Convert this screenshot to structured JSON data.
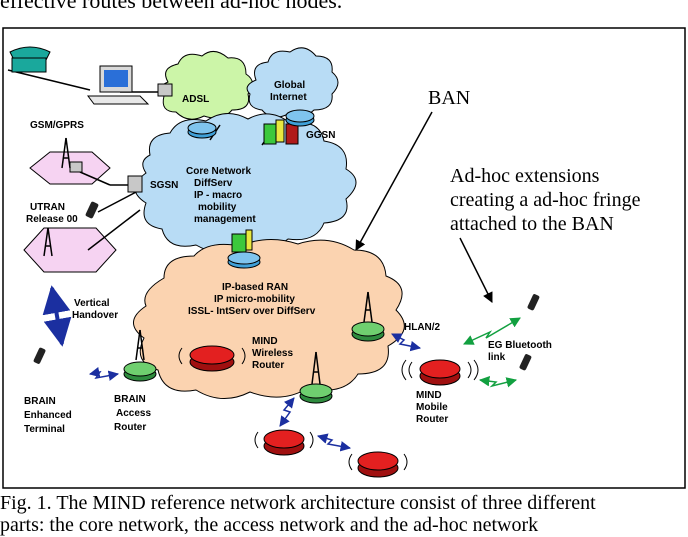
{
  "top_text": "effective routes between ad-hoc nodes.",
  "caption": "Fig. 1.  The MIND reference network architecture consist of three different",
  "caption_line2": "parts: the core network, the access network and the ad-hoc network",
  "labels": {
    "adsl": "ADSL",
    "global_internet_1": "Global",
    "global_internet_2": "Internet",
    "ggsn": "GGSN",
    "gsm_gprs": "GSM/GPRS",
    "sgsn": "SGSN",
    "core_1": "Core Network",
    "core_2": "DiffServ",
    "core_3": "IP - macro",
    "core_4": "mobility",
    "core_5": "management",
    "utran_1": "UTRAN",
    "utran_2": "Release 00",
    "ban": "BAN",
    "adhoc_1": "Ad-hoc extensions",
    "adhoc_2": "creating a ad-hoc fringe",
    "adhoc_3": "attached to the BAN",
    "vertical_1": "Vertical",
    "vertical_2": "Handover",
    "ipran_1": "IP-based RAN",
    "ipran_2": "IP micro-mobility",
    "ipran_3": "ISSL- IntServ over DiffServ",
    "mind_wr_1": "MIND",
    "mind_wr_2": "Wireless",
    "mind_wr_3": "Router",
    "hlan": "HLAN/2",
    "eg_bt_1": "EG Bluetooth",
    "eg_bt_2": "link",
    "brain_term_1": "BRAIN",
    "brain_term_2": "Enhanced",
    "brain_term_3": "Terminal",
    "brain_ar_1": "BRAIN",
    "brain_ar_2": "Access",
    "brain_ar_3": "Router",
    "mind_mr_1": "MIND",
    "mind_mr_2": "Mobile",
    "mind_mr_3": "Router"
  },
  "colors": {
    "cloud_blue": "#b8dcf5",
    "cloud_green": "#ccf5a8",
    "cloud_orange": "#fbd3b0",
    "hex_pink": "#f6d3f2",
    "router_red": "#e32020",
    "router_green": "#4caf50",
    "router_blue": "#3fa0d8"
  }
}
